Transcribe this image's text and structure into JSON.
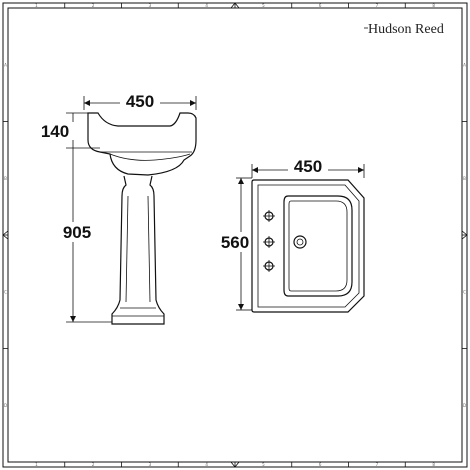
{
  "brand": {
    "name": "Hudson Reed"
  },
  "frame": {
    "top_numbers": [
      "1",
      "2",
      "3",
      "4",
      "5",
      "6",
      "7",
      "8"
    ],
    "bottom_numbers": [
      "1",
      "2",
      "3",
      "4",
      "5",
      "6",
      "7",
      "8"
    ],
    "left_letters": [
      "A",
      "B",
      "C",
      "D"
    ],
    "right_letters": [
      "A",
      "B",
      "C",
      "D"
    ]
  },
  "side_view": {
    "width_label": "450",
    "bowl_height_label": "140",
    "total_height_label": "905"
  },
  "plan_view": {
    "width_label": "450",
    "depth_label": "560"
  }
}
